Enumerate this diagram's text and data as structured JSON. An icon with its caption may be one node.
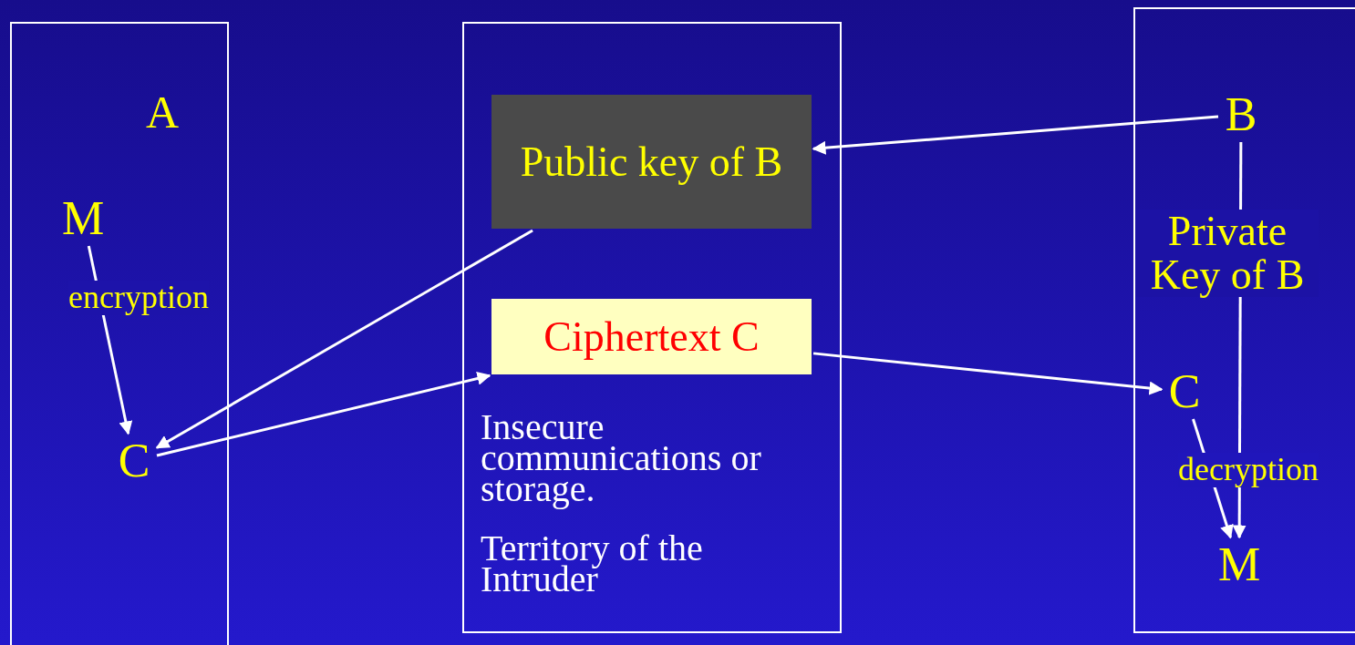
{
  "diagram": {
    "nodes": [
      {
        "text": [
          "A"
        ]
      },
      {
        "text": [
          "M"
        ],
        "in": 0
      },
      {
        "text": [
          "C"
        ],
        "in": 0
      },
      {
        "text": [
          "Insecure communications or storage.",
          "Territory of the Intruder"
        ]
      },
      {
        "text": [
          "Public key of B"
        ],
        "in": 3
      },
      {
        "text": [
          "Ciphertext C"
        ],
        "in": 3
      },
      {
        "text": [],
        "shape": "box"
      },
      {
        "text": [
          "B"
        ],
        "in": 6
      },
      {
        "text": [
          "C"
        ],
        "in": 6
      },
      {
        "text": [
          "M"
        ],
        "in": 6
      }
    ],
    "edges": [
      {
        "from": 1,
        "to": 2,
        "arrow": "to",
        "label": "encryption"
      },
      {
        "from": 7,
        "to": 4,
        "arrow": "to"
      },
      {
        "from": 4,
        "to": 2,
        "arrow": "to"
      },
      {
        "from": 2,
        "to": 5,
        "arrow": "to"
      },
      {
        "from": 5,
        "to": 8,
        "arrow": "to"
      },
      {
        "from": 8,
        "to": 9,
        "arrow": "to",
        "label": "decryption"
      },
      {
        "from": 7,
        "to": 9,
        "arrow": "to",
        "label": "Private Key of B"
      }
    ]
  }
}
